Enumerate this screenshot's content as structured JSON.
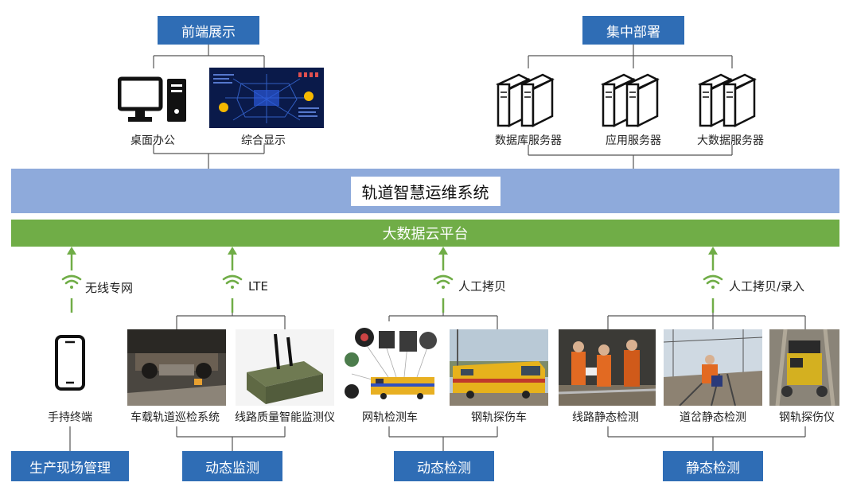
{
  "top_left": {
    "title": "前端展示",
    "desktop_label": "桌面办公",
    "display_label": "综合显示"
  },
  "top_right": {
    "title": "集中部署",
    "servers": [
      "数据库服务器",
      "应用服务器",
      "大数据服务器"
    ]
  },
  "system_bar": "轨道智慧运维系统",
  "cloud_bar": "大数据云平台",
  "transmission": {
    "wireless": "无线专网",
    "lte": "LTE",
    "manual_copy": "人工拷贝",
    "manual_copy_entry": "人工拷贝/录入"
  },
  "devices": {
    "handheld": "手持终端",
    "onboard": "车载轨道巡检系统",
    "line_quality": "线路质量智能监测仪",
    "net_vehicle": "网轨检测车",
    "rail_flaw_car": "钢轨探伤车",
    "line_static": "线路静态检测",
    "switch_static": "道岔静态检测",
    "rail_flaw_instrument": "钢轨探伤仪"
  },
  "groups": {
    "site": "生产现场管理",
    "dyn_monitor": "动态监测",
    "dyn_detect": "动态检测",
    "static_detect": "静态检测"
  },
  "colors": {
    "box_blue": "#2f6db5",
    "system_bar": "#8eaadb",
    "cloud_bar": "#70ad47",
    "arrow_green": "#70ad47",
    "line": "#555555"
  },
  "icons": [
    "desktop-computer-icon",
    "dashboard-screen-icon",
    "server-icon",
    "wifi-signal-icon",
    "smartphone-icon",
    "up-arrow-icon"
  ]
}
